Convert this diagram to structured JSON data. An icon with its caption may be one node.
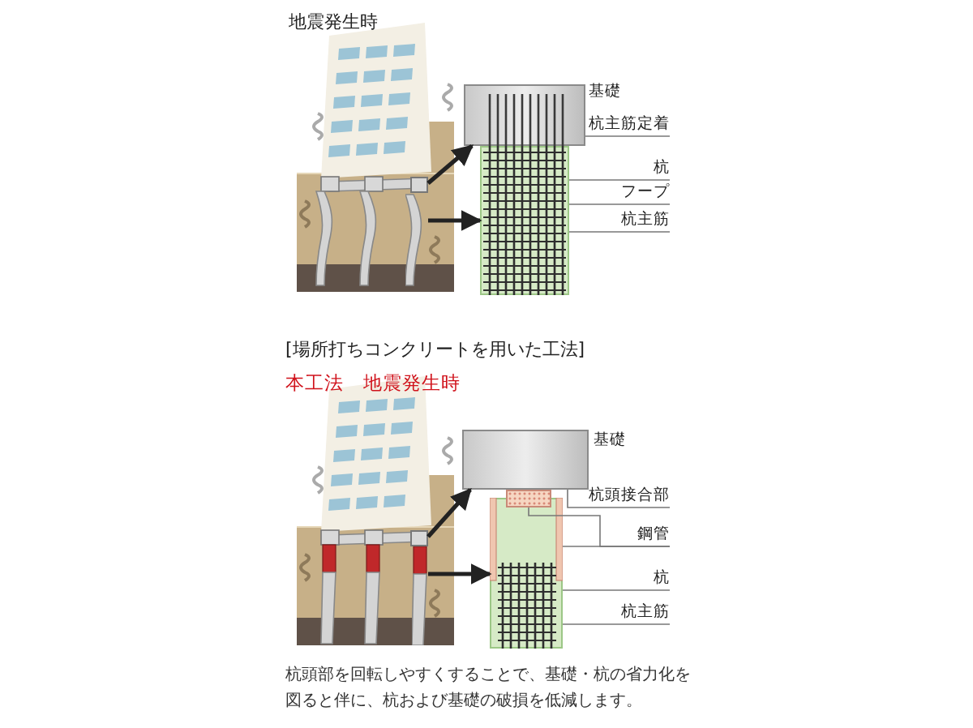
{
  "diagram": {
    "title": "地震発生時",
    "nodes": [
      {
        "text": [],
        "shape": "box",
        "beside": [
          "基礎"
        ]
      },
      {
        "text": [],
        "shape": "box"
      },
      {
        "text": [
          "杭主筋定着"
        ]
      },
      {
        "text": [
          "杭"
        ]
      },
      {
        "text": [
          "フープ"
        ]
      },
      {
        "text": [
          "杭主筋"
        ]
      },
      {
        "text": [],
        "shape": "box"
      },
      {
        "text": [],
        "shape": "picture"
      },
      {
        "text": [],
        "shape": "box",
        "beside": [
          "基礎"
        ]
      },
      {
        "text": [],
        "shape": "box"
      },
      {
        "text": [],
        "shape": "box"
      },
      {
        "text": [
          "杭頭接合部"
        ]
      },
      {
        "text": [
          "鋼管"
        ]
      },
      {
        "text": [
          "杭"
        ]
      },
      {
        "text": [
          "杭主筋"
        ]
      },
      {
        "text": [],
        "shape": "box"
      },
      {
        "text": [],
        "shape": "bar"
      }
    ],
    "edges": [
      {
        "from": 6,
        "to": 0,
        "arrow": "to",
        "style": "thick",
        "color": "#222222"
      },
      {
        "from": 7,
        "to": 1,
        "arrow": "to",
        "style": "thick",
        "color": "#222222"
      },
      {
        "from": 2,
        "to": 0,
        "arrow": "none"
      },
      {
        "from": 3,
        "to": 1,
        "arrow": "none"
      },
      {
        "from": 4,
        "to": 1,
        "arrow": "none"
      },
      {
        "from": 5,
        "to": 1,
        "arrow": "none"
      },
      {
        "from": 15,
        "to": 8,
        "arrow": "to",
        "style": "thick",
        "color": "#222222"
      },
      {
        "from": 16,
        "to": 10,
        "arrow": "to",
        "style": "thick",
        "color": "#222222"
      },
      {
        "from": 11,
        "to": 8,
        "arrow": "none"
      },
      {
        "from": 12,
        "to": 9,
        "arrow": "none"
      },
      {
        "from": 13,
        "to": 10,
        "arrow": "none"
      },
      {
        "from": 14,
        "to": 10,
        "arrow": "none"
      },
      {
        "from": 12,
        "to": 10,
        "arrow": "none"
      }
    ],
    "labels": [
      "[場所打ちコンクリートを用いた工法]",
      "本工法　地震発生時"
    ],
    "caption": "杭頭部を回転しやすくすることで、基礎・杭の省力化を図ると伴に、杭および基礎の破損を低減します。"
  }
}
